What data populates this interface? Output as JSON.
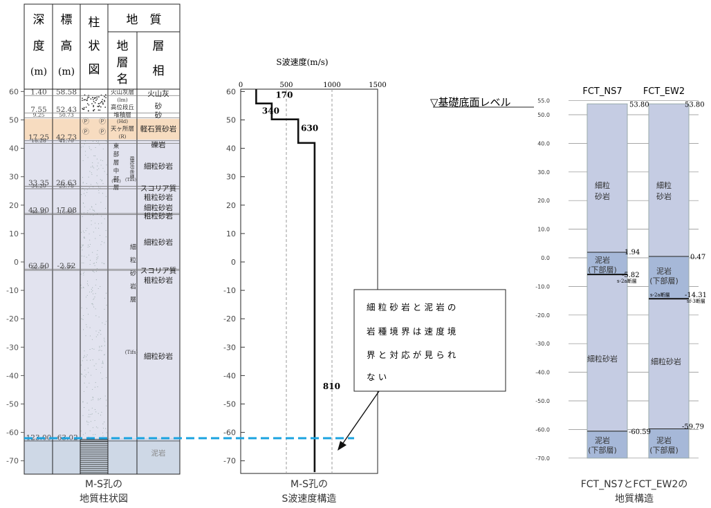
{
  "column": {
    "headers": {
      "depth": [
        "深",
        "度",
        "(m)"
      ],
      "elevation": [
        "標",
        "高",
        "(m)"
      ],
      "log": [
        "柱",
        "状",
        "図"
      ],
      "geology": "地　質",
      "formation": [
        "地",
        "層",
        "名"
      ],
      "facies": [
        "層",
        "相"
      ]
    },
    "axis_ticks": [
      "60",
      "50",
      "40",
      "30",
      "20",
      "10",
      "0",
      "-10",
      "-20",
      "-30",
      "-40",
      "-50",
      "-60",
      "-70"
    ],
    "boundaries": [
      {
        "depth": "1.40",
        "elev": "58.58"
      },
      {
        "depth": "7.55",
        "elev": "52.43"
      },
      {
        "depth": "9.25",
        "elev": "50.73"
      },
      {
        "depth": "17.25",
        "elev": "42.73"
      },
      {
        "depth": "18.28",
        "elev": "41.70"
      },
      {
        "depth": "33.35",
        "elev": "26.63"
      },
      {
        "depth": "34.20",
        "elev": "25.78"
      },
      {
        "depth": "42.90",
        "elev": "17.08"
      },
      {
        "depth": "43.30",
        "elev": "16.68"
      },
      {
        "depth": "62.50",
        "elev": "-2.52"
      },
      {
        "depth": "62.95",
        "elev": "-2.97"
      },
      {
        "depth": "123.00",
        "elev": "-63.02"
      }
    ],
    "formations": {
      "f1": "火山灰層",
      "f1b": "(lm)",
      "f2": "高位段丘",
      "f3": "堆積層",
      "f3b": "(Hd)",
      "f4": "天ヶ所層",
      "f4b": "(R)",
      "f5a": "東",
      "f5b": "部",
      "f5c": "層",
      "f5d": "中",
      "f5e": "部",
      "f5f": "層",
      "f5g": "(T2)",
      "f6": "細粒砂岩層",
      "f6b": "(Tifs)",
      "f7": "細粒砂岩層",
      "f7b": "(Tifs)"
    },
    "facies": {
      "a": "火山灰",
      "b": "砂",
      "c": "砂",
      "d": "軽石質砂岩",
      "e": "礫岩",
      "f": "細粒砂岩",
      "g1": "スコリア質",
      "g2": "粗粒砂岩",
      "h": "細粒砂岩",
      "i": "粗粒砂岩",
      "j": "細粒砂岩",
      "k1": "スコリア質",
      "k2": "粗粒砂岩",
      "l": "細粒砂岩",
      "m": "泥岩"
    },
    "symbols": [
      "Ⓟ",
      "Ⓟ",
      "Ⓟ",
      "Ⓟ"
    ],
    "caption": [
      "M-S孔の",
      "地質柱状図"
    ]
  },
  "chart_data": {
    "type": "line",
    "title": "S波速度(m/s)",
    "x_ticks": [
      "0",
      "500",
      "1000",
      "1500"
    ],
    "y_ticks": [
      "60",
      "50",
      "40",
      "30",
      "20",
      "10",
      "0",
      "-10",
      "-20",
      "-30",
      "-40",
      "-50",
      "-60",
      "-70"
    ],
    "xlim": [
      0,
      1500
    ],
    "ylim": [
      -74,
      62
    ],
    "series": [
      {
        "values": [
          [
            170,
            62
          ],
          [
            170,
            55.8
          ],
          [
            340,
            55.8
          ],
          [
            340,
            50.2
          ],
          [
            630,
            50.2
          ],
          [
            630,
            41.9
          ],
          [
            810,
            41.9
          ],
          [
            810,
            -74
          ]
        ]
      }
    ],
    "labels": [
      "170",
      "340",
      "630",
      "810"
    ],
    "caption": [
      "M-S孔の",
      "S波速度構造"
    ]
  },
  "callout": {
    "lines": [
      "細粒砂岩と泥岩の",
      "岩種境界は速度境",
      "界と対応が見られ",
      "ない"
    ]
  },
  "right": {
    "columns": [
      "FCT_NS7",
      "FCT_EW2"
    ],
    "base_level": "▽基礎底面レベル",
    "y_ticks": [
      "55.0",
      "50.0",
      "40.0",
      "30.0",
      "20.0",
      "10.0",
      "0.0",
      "-10.0",
      "-20.0",
      "-30.0",
      "-40.0",
      "-50.0",
      "-60.0",
      "-70.0"
    ],
    "ns7": {
      "top": "53.80",
      "b1": "1.94",
      "b2": "-5.82",
      "fault": "s-2a断層",
      "b3": "-60.59"
    },
    "ew2": {
      "top": "53.80",
      "b1": "0.47",
      "b2": "-14.31",
      "fault1": "s-2a断層",
      "fault2": "sf-3断層",
      "b3": "-59.79"
    },
    "units": {
      "sand1": "細粒",
      "sand2": "砂岩",
      "mud1": "泥岩",
      "mud2": "(下部層)",
      "sand3": "細粒砂岩"
    },
    "caption": [
      "FCT_NS7とFCT_EW2の",
      "地質構造"
    ]
  },
  "colors": {
    "accent_dashed": "#1aa3e0",
    "column_fill": "#dfe1ee",
    "right_fill": "#c4cbe2",
    "mud_fill": "#9fb1d2",
    "pumice_fill": "#f7dcc0"
  }
}
